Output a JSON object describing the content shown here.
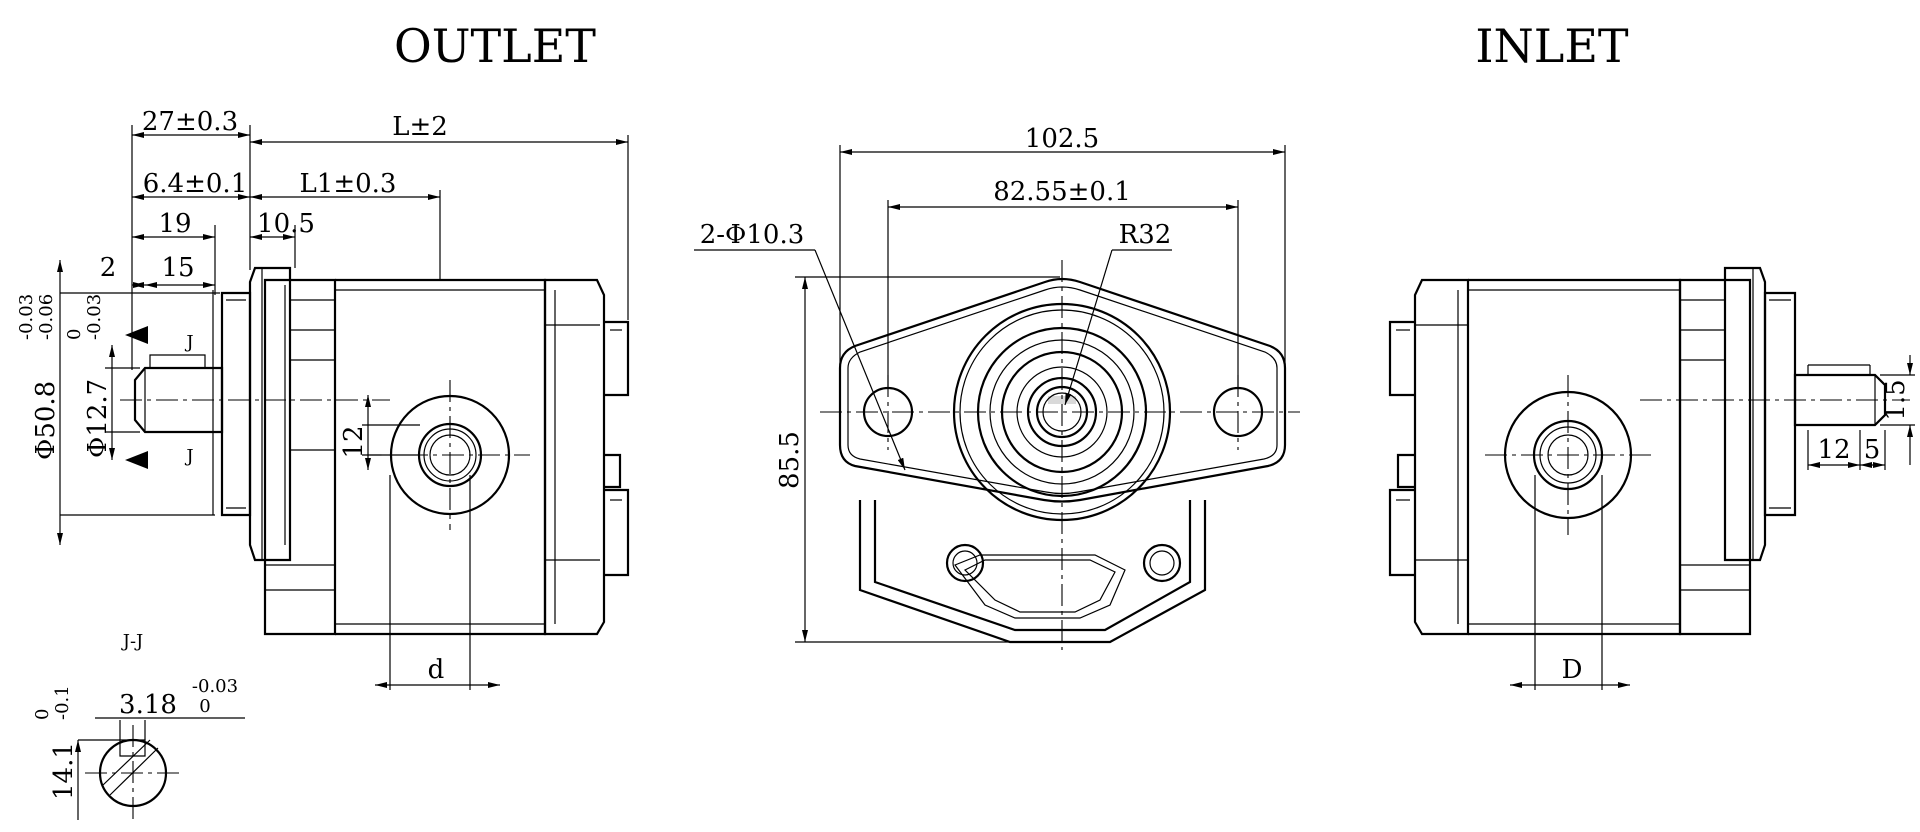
{
  "titles": {
    "outlet": "OUTLET",
    "inlet": "INLET"
  },
  "outlet_view": {
    "dim_27": "27±0.3",
    "dim_L": "L±2",
    "dim_6_4": "6.4±0.1",
    "dim_L1": "L1±0.3",
    "dim_19": "19",
    "dim_10_5": "10.5",
    "dim_2": "2",
    "dim_15": "15",
    "dim_12": "12",
    "dim_d": "d",
    "dia_50_8": "Φ50.8",
    "tol_50_8_upper": "-0.03",
    "tol_50_8_lower": "-0.06",
    "dia_12_7": "Φ12.7",
    "tol_12_7_upper": "0",
    "tol_12_7_lower": "-0.03",
    "section_mark_top": "J",
    "section_mark_bottom": "J"
  },
  "section_view": {
    "label": "J-J",
    "key_width": "3.18",
    "key_tol_upper": "-0.03",
    "key_tol_lower": "0",
    "height": "14.1",
    "height_tol_upper": "0",
    "height_tol_lower": "-0.1"
  },
  "front_view": {
    "dim_102_5": "102.5",
    "dim_82_55": "82.55±0.1",
    "holes": "2-Φ10.3",
    "radius": "R32",
    "height": "85.5"
  },
  "inlet_view": {
    "dim_1_5": "1.5",
    "dim_12": "12",
    "dim_5": "5",
    "dim_D": "D"
  }
}
